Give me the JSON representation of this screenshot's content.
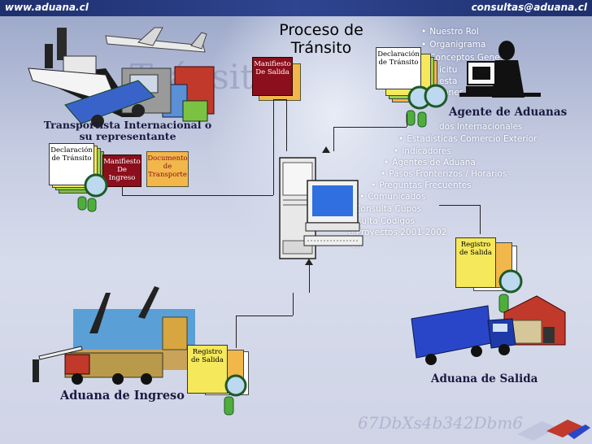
{
  "header": {
    "left_url": "www.aduana.cl",
    "right_email": "consultas@aduana.cl"
  },
  "diagram": {
    "title_line1": "Proceso de",
    "title_line2": "Tránsito",
    "background_watermark": "Tránsitos",
    "actors": {
      "transportista": "Transportista Internacional o su representante",
      "agente": "Agente de Aduanas",
      "aduana_ingreso": "Aduana de Ingreso",
      "aduana_salida": "Aduana de Salida"
    },
    "documents": {
      "manifiesto_salida": "Manifiesto De Salida",
      "declaracion_agente": "Declaración de Tránsito",
      "declaracion_transportista": "Declaración de Tránsito",
      "manifiesto_ingreso": "Manifiesto De Ingreso",
      "documento_transporte": "Documento de Transporte",
      "registro_salida_right": "Registro de Salida",
      "registro_salida_bottom": "Registro de Salida"
    },
    "menu_items": [
      "Nuestro Rol",
      "Organigrama",
      "Conceptos Gene",
      "icitu",
      "esta",
      "aciones",
      "dos Internacionales",
      "Estadísticas Comercio Exterior",
      "Indicadores",
      "Agentes de Aduana",
      "Pasos Fronterizos / Horarios",
      "Preguntas Frecuentes",
      "Comunicados",
      "Consulta Cupos",
      "onsulta Códigos",
      "e Proyectos 2001-2002",
      "on"
    ],
    "code_watermark": "67DbXs4b342Dbm6"
  },
  "colors": {
    "topbar": "#1e2f6d",
    "manifiesto_red": "#8b0f1c",
    "doc_yellow": "#f5e85a",
    "doc_green": "#7bbf3a",
    "doc_orange": "#f2b74a",
    "truck_blue": "#2a46c8"
  }
}
